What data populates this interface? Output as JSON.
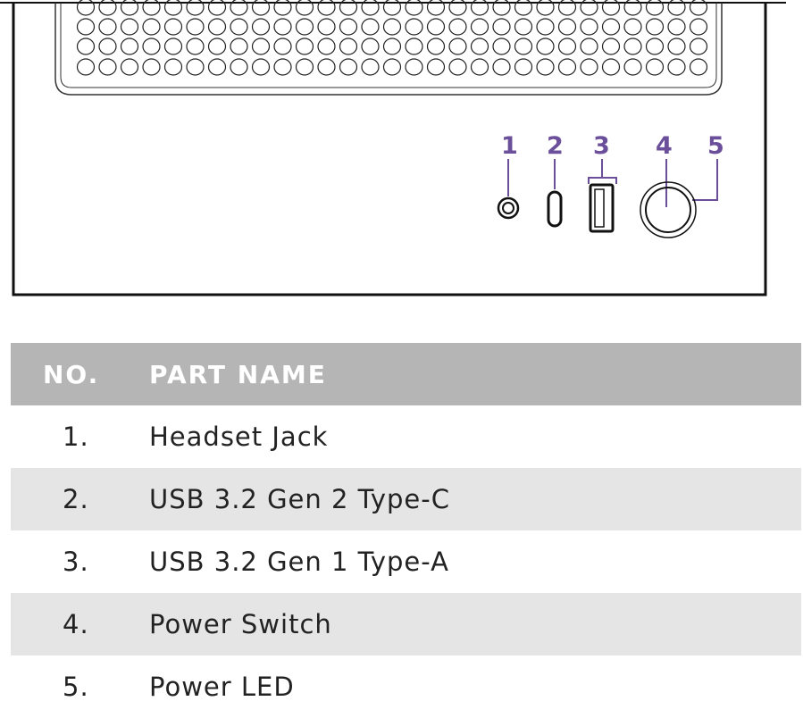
{
  "diagram": {
    "callouts": [
      "1",
      "2",
      "3",
      "4",
      "5"
    ],
    "accent_color": "#6b4f9a"
  },
  "table": {
    "headers": {
      "no": "NO.",
      "name": "PART NAME"
    },
    "rows": [
      {
        "no": "1.",
        "name": "Headset Jack"
      },
      {
        "no": "2.",
        "name": "USB 3.2 Gen 2 Type-C"
      },
      {
        "no": "3.",
        "name": "USB 3.2 Gen 1 Type-A"
      },
      {
        "no": "4.",
        "name": "Power Switch"
      },
      {
        "no": "5.",
        "name": "Power LED"
      }
    ]
  }
}
